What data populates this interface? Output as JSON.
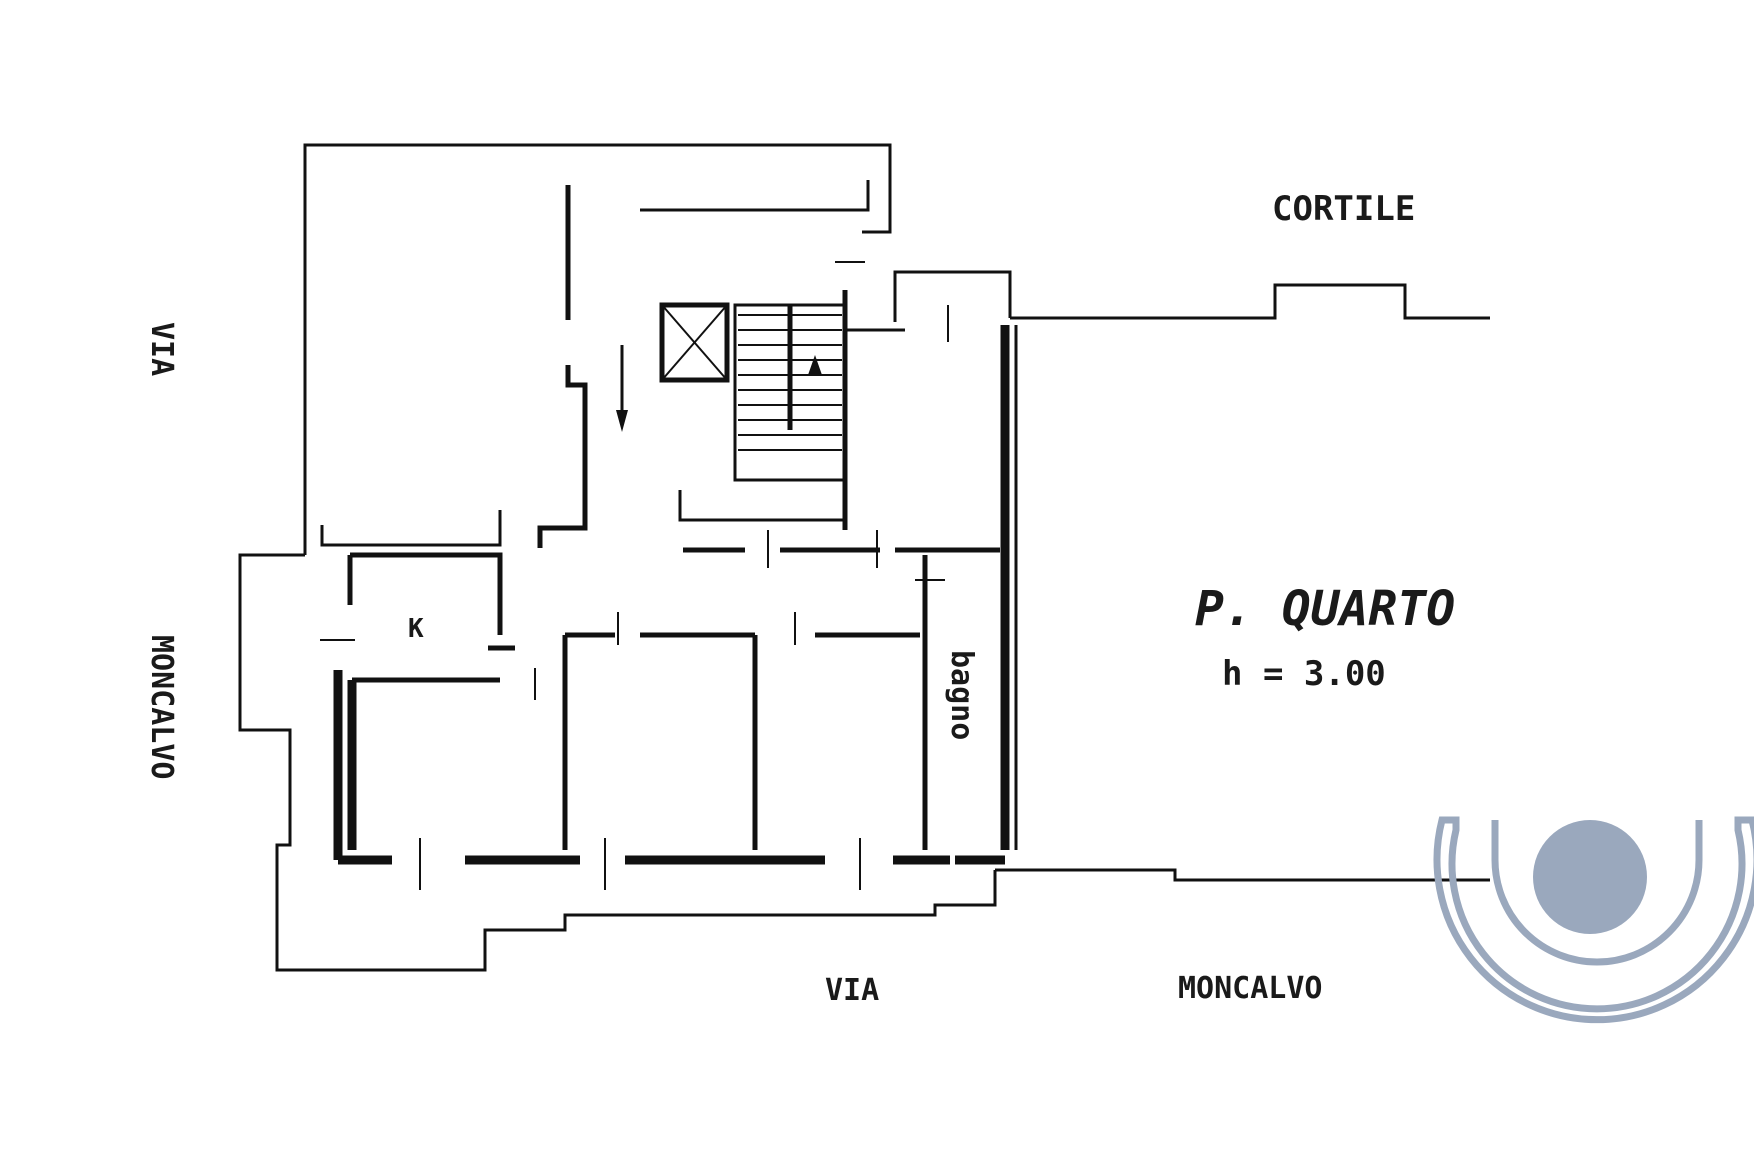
{
  "plan": {
    "floor_label": "P. QUARTO",
    "height_label": "h = 3.00",
    "street_top_right": "CORTILE",
    "street_left_via": "VIA",
    "street_left_name": "MONCALVO",
    "street_bottom_via": "VIA",
    "street_bottom_name": "MONCALVO",
    "room_kitchen": "K",
    "room_bath": "bagno"
  },
  "logo": {
    "name": "agency-logo",
    "ring_color": "#9aa8bd",
    "dot_color": "#9aa8bd"
  }
}
